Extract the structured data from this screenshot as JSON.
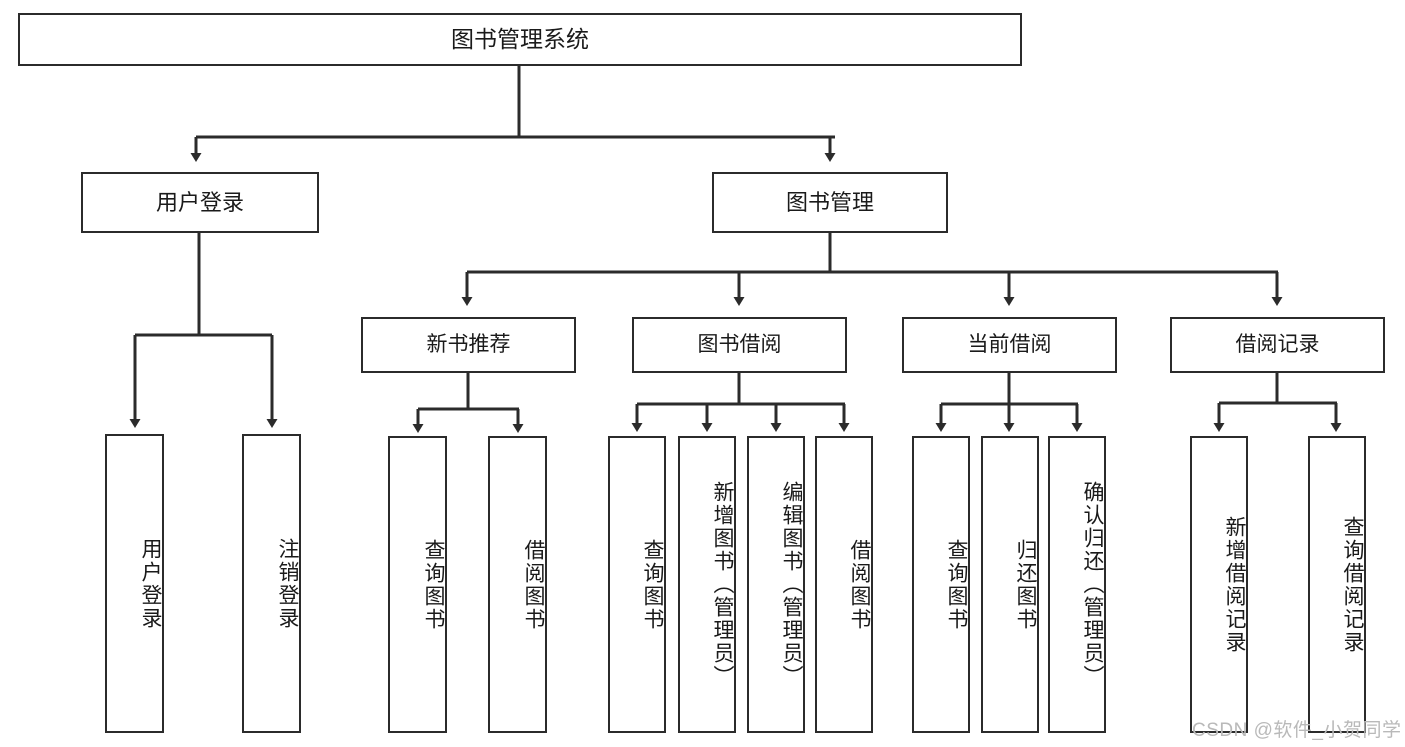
{
  "diagram": {
    "title": "图书管理系统",
    "type": "tree-hierarchy",
    "watermark": "CSDN @软件_小贺同学",
    "colors": {
      "stroke": "#2b2b2b",
      "fill": "#ffffff",
      "text": "#1a1a1a",
      "watermark": "#b9b9b9"
    },
    "nodes": {
      "root": {
        "label": "图书管理系统"
      },
      "level2": [
        {
          "id": "user-login",
          "label": "用户登录"
        },
        {
          "id": "book-manage",
          "label": "图书管理"
        }
      ],
      "level3": [
        {
          "id": "new-book-recommend",
          "label": "新书推荐"
        },
        {
          "id": "book-borrow",
          "label": "图书借阅"
        },
        {
          "id": "current-borrow",
          "label": "当前借阅"
        },
        {
          "id": "borrow-record",
          "label": "借阅记录"
        }
      ],
      "leaves": {
        "user_login": [
          {
            "id": "leaf-user-login",
            "label": "用户登录"
          },
          {
            "id": "leaf-logout-login",
            "label": "注销登录"
          }
        ],
        "new_book_recommend": [
          {
            "id": "leaf-query-book-1",
            "label": "查询图书"
          },
          {
            "id": "leaf-borrow-book-1",
            "label": "借阅图书"
          }
        ],
        "book_borrow": [
          {
            "id": "leaf-query-book-2",
            "label": "查询图书"
          },
          {
            "id": "leaf-add-book",
            "label": "新增图书（管理员）"
          },
          {
            "id": "leaf-edit-book",
            "label": "编辑图书（管理员）"
          },
          {
            "id": "leaf-borrow-book-2",
            "label": "借阅图书"
          }
        ],
        "current_borrow": [
          {
            "id": "leaf-query-book-3",
            "label": "查询图书"
          },
          {
            "id": "leaf-return-book",
            "label": "归还图书"
          },
          {
            "id": "leaf-confirm-return",
            "label": "确认归还（管理员）"
          }
        ],
        "borrow_record": [
          {
            "id": "leaf-add-borrow-record",
            "label": "新增借阅记录"
          },
          {
            "id": "leaf-query-borrow-record",
            "label": "查询借阅记录"
          }
        ]
      }
    }
  }
}
